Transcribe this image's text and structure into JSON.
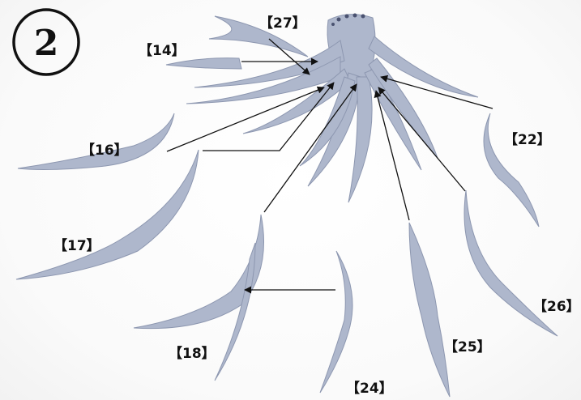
{
  "step": {
    "number": "2"
  },
  "colors": {
    "part_fill": "#aeb7cc",
    "part_shade": "#8d97b0",
    "part_highlight": "#d7dce8",
    "arrow": "#111111",
    "label": "#111111"
  },
  "parts": [
    {
      "id": "27",
      "label": "【27】"
    },
    {
      "id": "14",
      "label": "【14】"
    },
    {
      "id": "16",
      "label": "【16】"
    },
    {
      "id": "22",
      "label": "【22】"
    },
    {
      "id": "17",
      "label": "【17】"
    },
    {
      "id": "26",
      "label": "【26】"
    },
    {
      "id": "18",
      "label": "【18】"
    },
    {
      "id": "25",
      "label": "【25】"
    },
    {
      "id": "24",
      "label": "【24】"
    }
  ]
}
